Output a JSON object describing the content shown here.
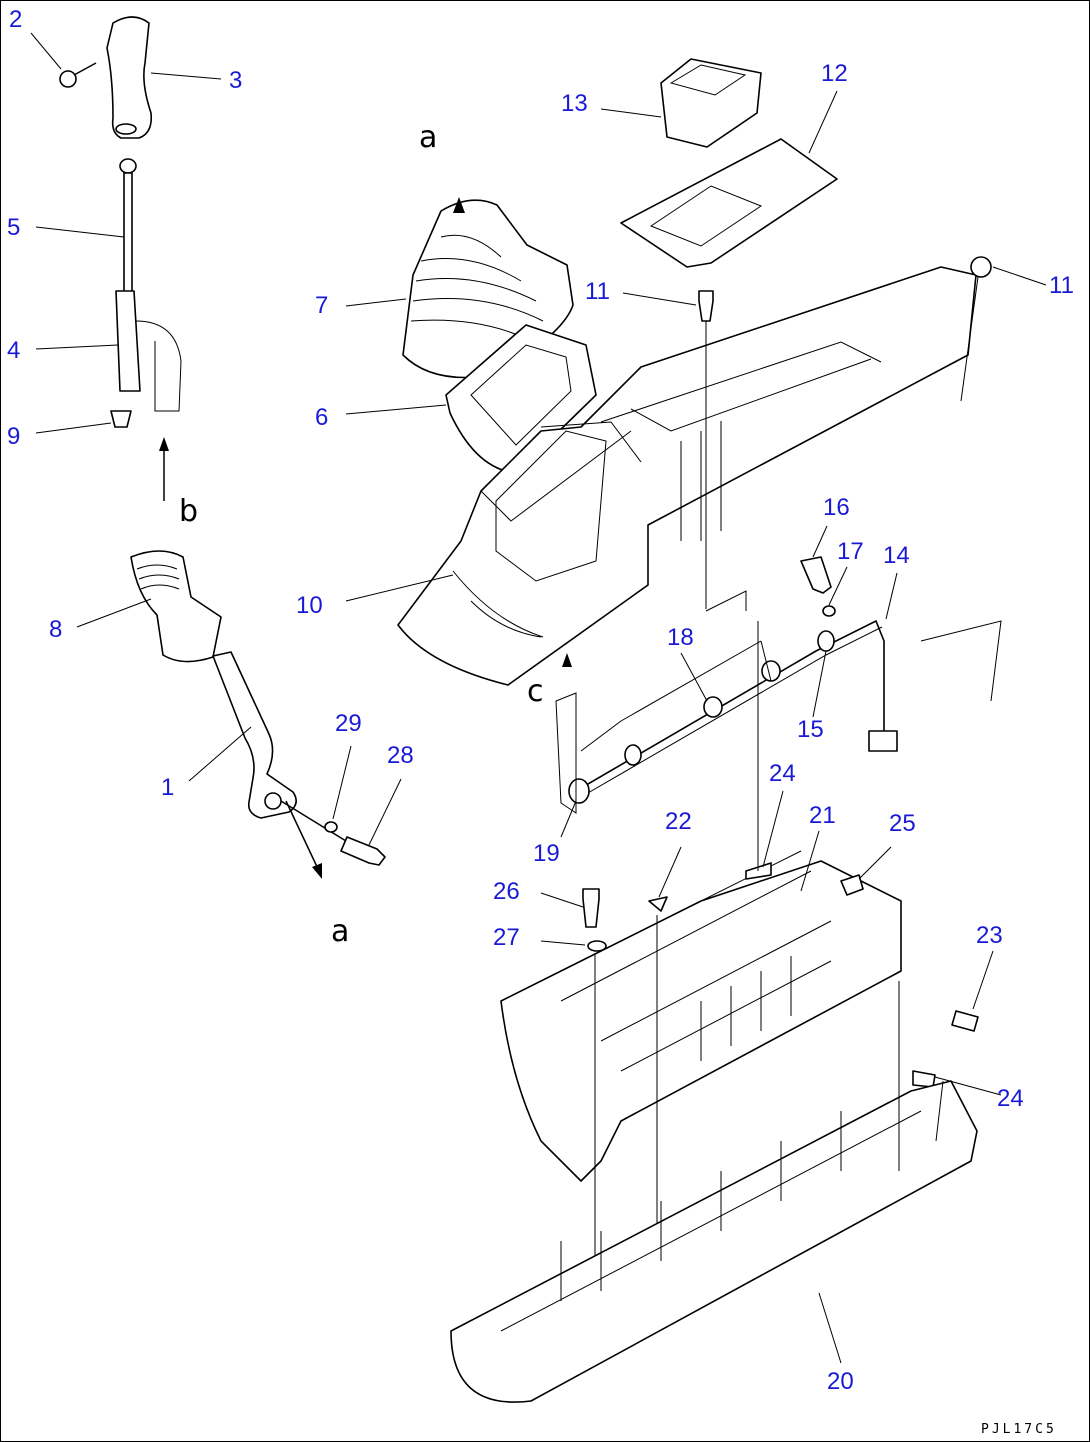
{
  "diagram": {
    "callouts": [
      "1",
      "2",
      "3",
      "4",
      "5",
      "6",
      "7",
      "8",
      "9",
      "10",
      "11",
      "11",
      "12",
      "13",
      "14",
      "15",
      "16",
      "17",
      "18",
      "19",
      "20",
      "21",
      "22",
      "23",
      "24",
      "24",
      "25",
      "26",
      "27",
      "28",
      "29"
    ],
    "view_letters": [
      "a",
      "b",
      "c",
      "a"
    ],
    "drawing_code": "PJL17C5"
  }
}
